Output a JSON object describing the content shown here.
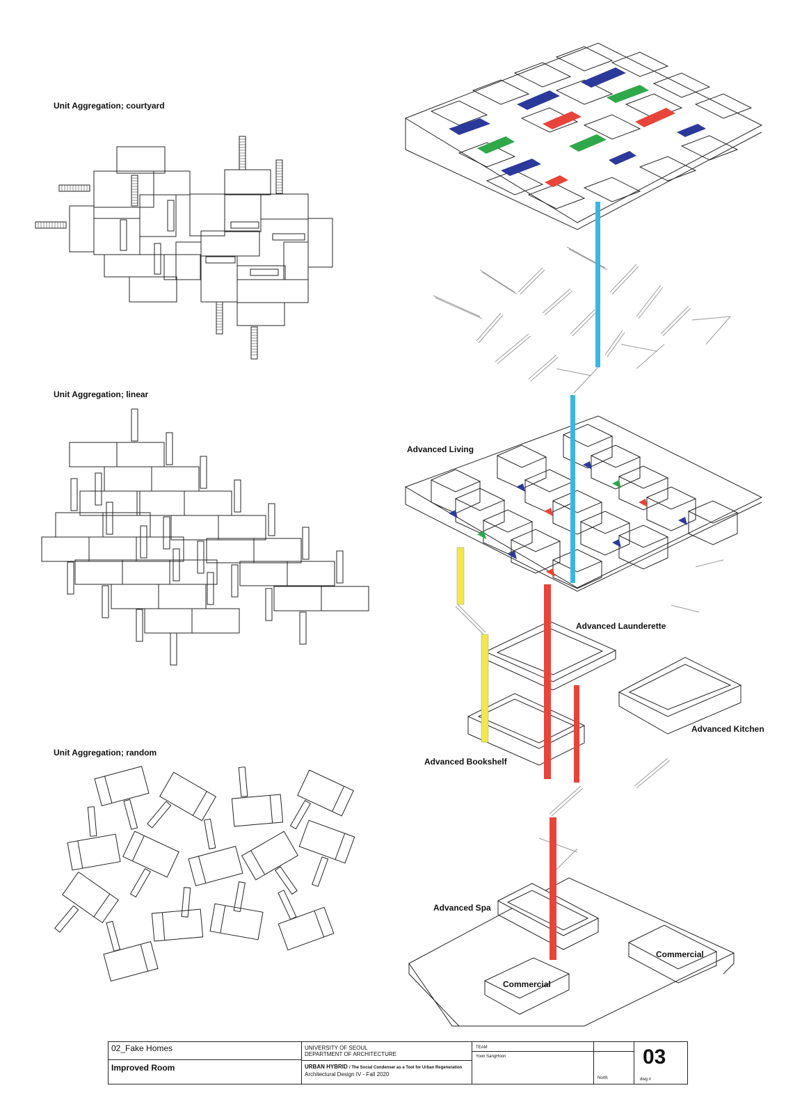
{
  "headings": {
    "courtyard": "Unit Aggregation; courtyard",
    "linear": "Unit Aggregation; linear",
    "random": "Unit Aggregation; random"
  },
  "labels": {
    "living": "Advanced Living",
    "launderette": "Advanced Launderette",
    "kitchen": "Advanced Kitchen",
    "bookshelf": "Advanced Bookshelf",
    "spa": "Advanced Spa",
    "commercial_1": "Commercial",
    "commercial_2": "Commercial"
  },
  "title_block": {
    "project": "02_Fake Homes",
    "sheet_title": "Improved Room",
    "university": "UNIVERSITY OF SEOUL",
    "department": "DEPARTMENT OF ARCHITECTURE",
    "course_title": "URBAN HYBRID",
    "course_subtitle": "/ The Social Condenser as a Tool for Urban Regeneration",
    "course_line": "Architectural Design IV - Fall 2020",
    "team_label": "TEAM",
    "team_member": "Yoon SangHoon",
    "north_label": "North",
    "dwg_number": "03",
    "dwg_label": "dwg #"
  },
  "colors": {
    "circulation_blue": "#3ab6e4",
    "circulation_red": "#e8443a",
    "circulation_yellow": "#f2e84a",
    "room_blue": "#2b3a9a",
    "room_green": "#2fa84a",
    "room_red": "#e8443a",
    "line": "#222222"
  }
}
